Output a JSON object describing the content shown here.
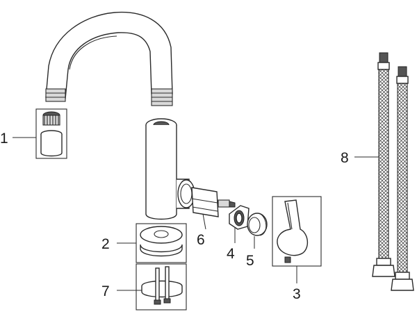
{
  "diagram": {
    "callouts": {
      "aerator": "1",
      "mounting_gasket": "2",
      "handle": "3",
      "cartridge_nut": "4",
      "cover_ring": "5",
      "cartridge": "6",
      "mounting_kit": "7",
      "supply_hoses": "8"
    }
  }
}
